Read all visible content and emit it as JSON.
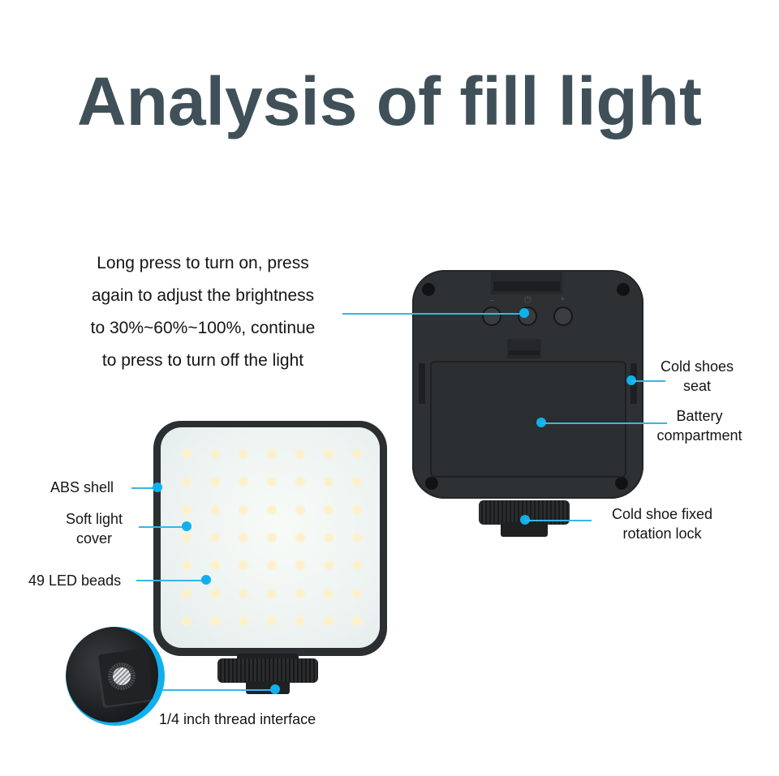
{
  "title": "Analysis of fill light",
  "description": {
    "lines": [
      "Long press to turn on, press",
      "again to adjust the brightness",
      "to 30%~60%~100%, continue",
      "to press to turn off the light"
    ]
  },
  "back_view": {
    "button_symbols": {
      "minus": "−",
      "power": "⏻",
      "plus": "+"
    },
    "callouts": {
      "cold_shoes_seat": [
        "Cold shoes",
        "seat"
      ],
      "battery_compartment": [
        "Battery",
        "compartment"
      ],
      "cold_shoe_lock": [
        "Cold shoe fixed",
        "rotation lock"
      ]
    }
  },
  "front_view": {
    "callouts": {
      "abs_shell": "ABS shell",
      "soft_light_cover": [
        "Soft light",
        "cover"
      ],
      "led_beads": "49 LED beads",
      "thread_interface": "1/4 inch thread interface"
    },
    "led_count": 49
  },
  "colors": {
    "title": "#3f5058",
    "accent": "#11b0ec",
    "device": "#2e3133"
  }
}
